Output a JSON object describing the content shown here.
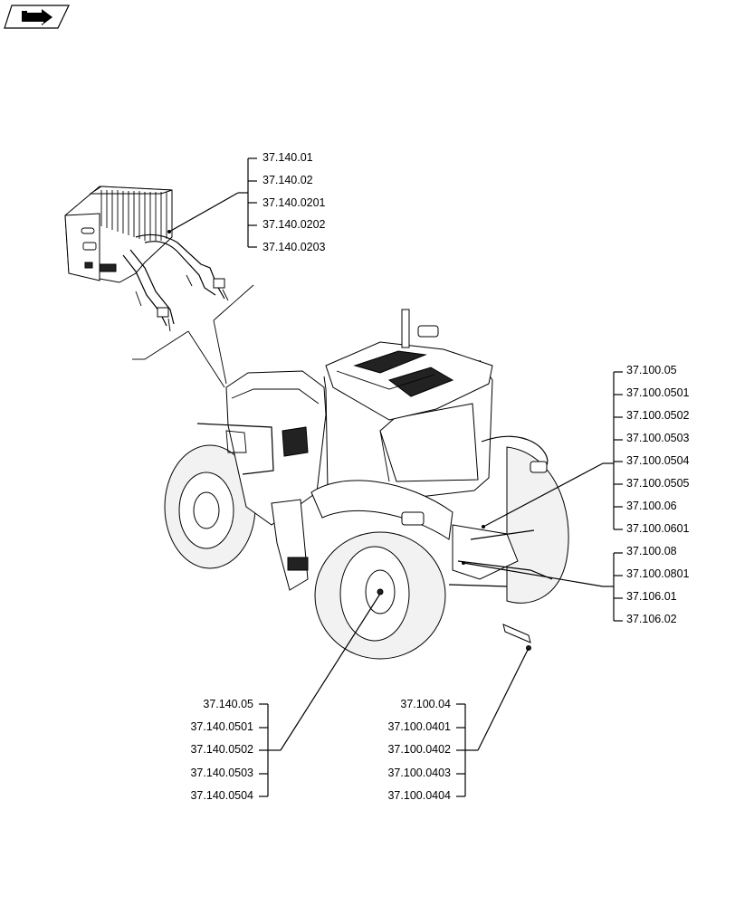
{
  "nav": {
    "icon": "return-arrow-icon"
  },
  "groups": {
    "front_weights": [
      "37.140.01",
      "37.140.02",
      "37.140.0201",
      "37.140.0202",
      "37.140.0203"
    ],
    "hitch_upper": [
      "37.100.05",
      "37.100.0501",
      "37.100.0502",
      "37.100.0503",
      "37.100.0504",
      "37.100.0505",
      "37.100.06",
      "37.100.0601"
    ],
    "hitch_lower": [
      "37.100.08",
      "37.100.0801",
      "37.106.01",
      "37.106.02"
    ],
    "wheel_weights": [
      "37.140.05",
      "37.140.0501",
      "37.140.0502",
      "37.140.0503",
      "37.140.0504"
    ],
    "pin": [
      "37.100.04",
      "37.100.0401",
      "37.100.0402",
      "37.100.0403",
      "37.100.0404"
    ]
  }
}
